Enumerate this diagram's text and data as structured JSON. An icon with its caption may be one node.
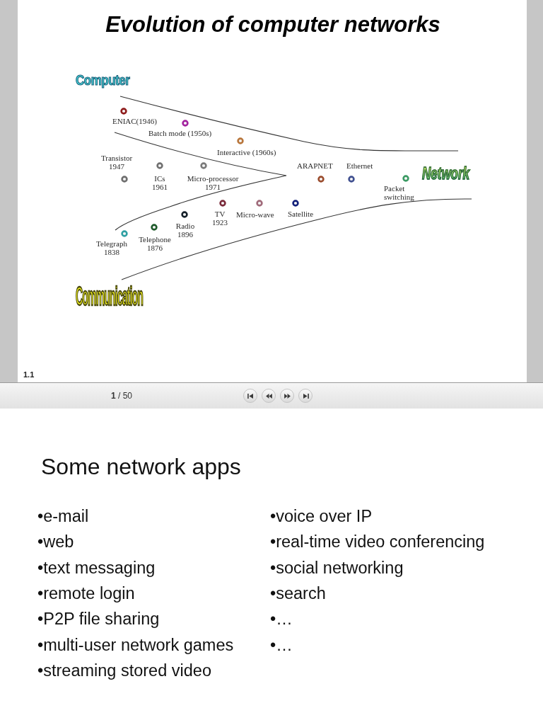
{
  "diagram": {
    "title": "Evolution of computer networks",
    "labels": [
      "Computer",
      "ENIAC(1946)",
      "Batch mode (1950s)",
      "Interactive (1960s)",
      "Transistor 1947",
      "ICs 1961",
      "Micro-processor 1971",
      "ARAPNET",
      "Ethernet",
      "Network",
      "Packet switching",
      "TV 1923",
      "Micro-wave",
      "Satellite",
      "Radio 1896",
      "Telegraph 1838",
      "Telephone 1876",
      "Communication",
      "1.1",
      "**1** / 50",
      "Some network apps",
      "•e-mail",
      "•web",
      "•text messaging",
      "•remote login",
      "•P2P file sharing",
      "•multi-user network games",
      "•streaming stored video",
      "•voice over IP",
      "•real-time video conferencing",
      "•social networking",
      "•search",
      "•…",
      "•…"
    ]
  }
}
